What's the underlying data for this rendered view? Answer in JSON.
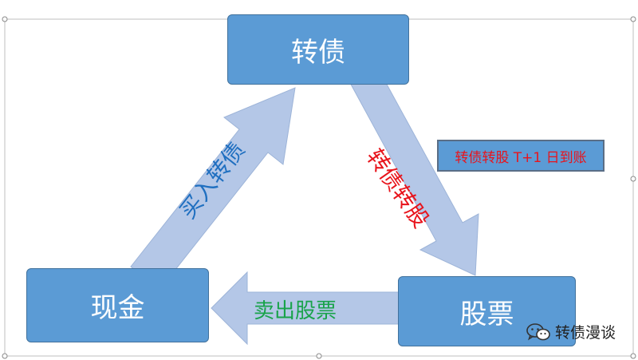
{
  "nodes": {
    "bond": "转债",
    "cash": "现金",
    "stock": "股票"
  },
  "arrows": {
    "buy_bond": "买入转债",
    "convert": "转债转股",
    "sell_stock": "卖出股票"
  },
  "note": "转债转股 T+1 日到账",
  "brand": {
    "text": "转债漫谈",
    "icon": "wechat-icon"
  },
  "colors": {
    "box_fill": "#5b9bd5",
    "box_text": "#ffffff",
    "arrow_fill": "#b4c7e7",
    "buy_label": "#1f6fc0",
    "convert_label": "#e8141c",
    "sell_label": "#19a34a",
    "note_text": "#e8141c"
  }
}
